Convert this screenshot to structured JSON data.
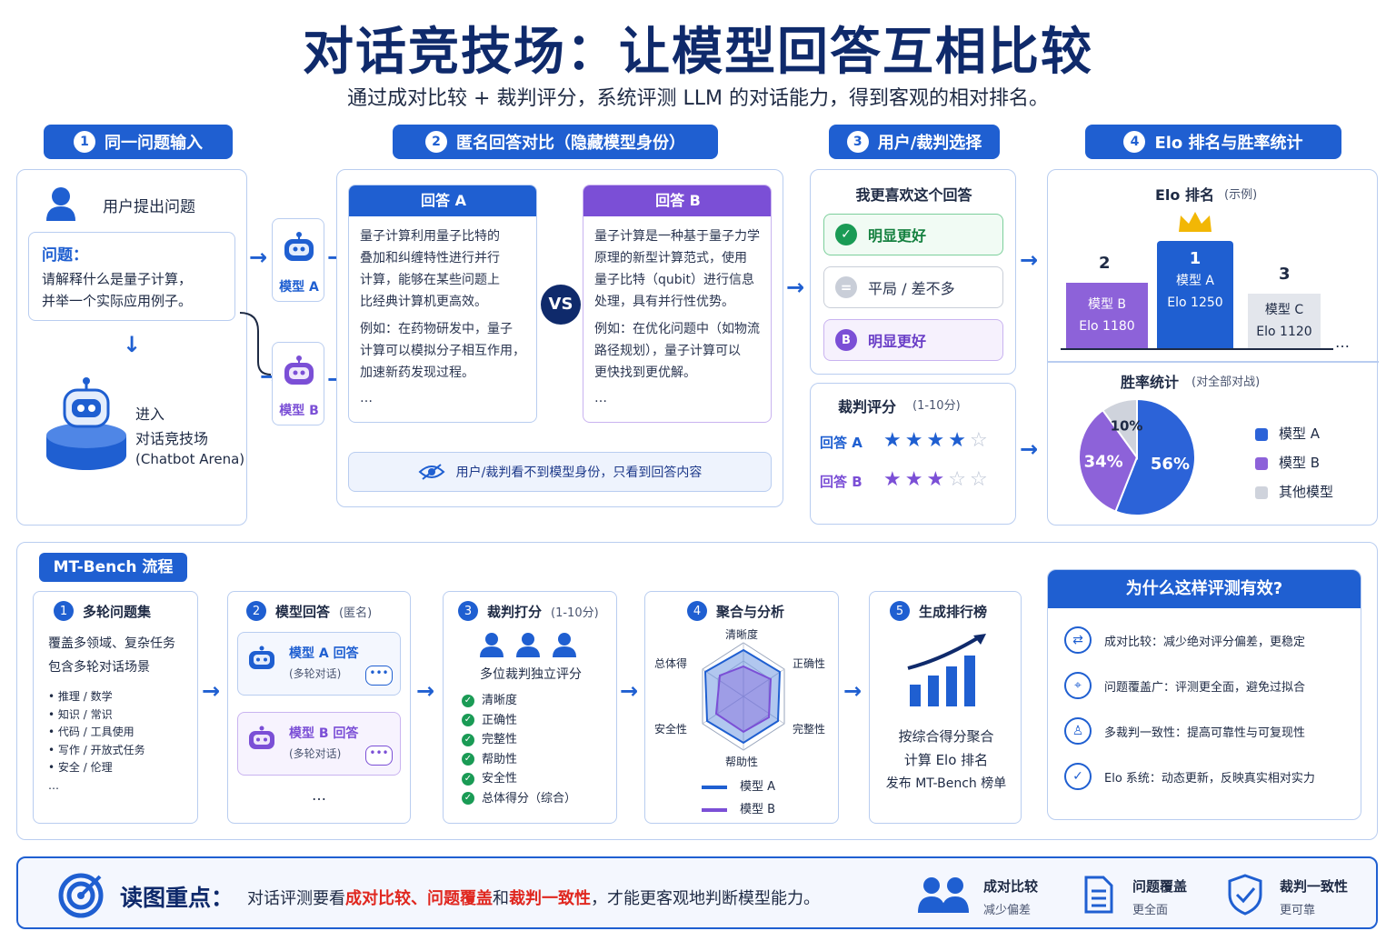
{
  "header": {
    "title": "对话竞技场：让模型回答互相比较",
    "subtitle": "通过成对比较 + 裁判评分，系统评测 LLM 的对话能力，得到客观的相对排名。"
  },
  "steps": [
    {
      "num": "1",
      "label": "同一问题输入"
    },
    {
      "num": "2",
      "label": "匿名回答对比（隐藏模型身份）"
    },
    {
      "num": "3",
      "label": "用户/裁判选择"
    },
    {
      "num": "4",
      "label": "Elo 排名与胜率统计"
    }
  ],
  "panel1": {
    "user_label": "用户提出问题",
    "question_title": "问题：",
    "question_text1": "请解释什么是量子计算，",
    "question_text2": "并举一个实际应用例子。",
    "arena_line1": "进入",
    "arena_line2": "对话竞技场",
    "arena_line3": "(Chatbot Arena)",
    "model_a": "模型 A",
    "model_b": "模型 B"
  },
  "panel2": {
    "answer_a_title": "回答 A",
    "answer_a_lines": [
      "量子计算利用量子比特的",
      "叠加和纠缠特性进行并行",
      "计算，能够在某些问题上",
      "比经典计算机更高效。"
    ],
    "answer_a_example": [
      "例如：在药物研发中，量子",
      "计算可以模拟分子相互作用，",
      "加速新药发现过程。"
    ],
    "answer_b_title": "回答 B",
    "answer_b_lines": [
      "量子计算是一种基于量子力学",
      "原理的新型计算范式，使用",
      "量子比特（qubit）进行信息",
      "处理，具有并行性优势。"
    ],
    "answer_b_example": [
      "例如：在优化问题中（如物流",
      "路径规划），量子计算可以",
      "更快找到更优解。"
    ],
    "ellipsis": "…",
    "vs": "VS",
    "note": "用户/裁判看不到模型身份，只看到回答内容"
  },
  "panel3": {
    "prefer_title": "我更喜欢这个回答",
    "options": [
      {
        "icon": "✓",
        "label": "明显更好"
      },
      {
        "icon": "=",
        "label": "平局 / 差不多"
      },
      {
        "icon": "B",
        "label": "明显更好"
      }
    ],
    "score_title": "裁判评分",
    "score_range": "(1-10分)",
    "score_a_label": "回答 A",
    "score_a_stars": 4,
    "score_b_label": "回答 B",
    "score_b_stars": 3,
    "colors": {
      "a": "#1f5fd1",
      "b": "#7b4fd6",
      "green": "#1a9b55",
      "gray": "#c9ced8"
    }
  },
  "panel4": {
    "elo_title": "Elo 排名",
    "elo_note": "(示例)",
    "podium": [
      {
        "rank": "2",
        "model": "模型 B",
        "elo": "Elo 1180"
      },
      {
        "rank": "1",
        "model": "模型 A",
        "elo": "Elo 1250"
      },
      {
        "rank": "3",
        "model": "模型 C",
        "elo": "Elo 1120"
      }
    ],
    "podium_more": "…",
    "winrate_title": "胜率统计",
    "winrate_note": "(对全部对战)",
    "legend": [
      "模型 A",
      "模型 B",
      "其他模型"
    ]
  },
  "chart_data": {
    "type": "pie",
    "labels": [
      "模型 A",
      "模型 B",
      "其他模型"
    ],
    "values": [
      56,
      34,
      10
    ],
    "value_labels": [
      "56%",
      "34%",
      "10%"
    ],
    "colors": [
      "#2c63d8",
      "#8d62d9",
      "#cfd3dc"
    ]
  },
  "mtbench": {
    "title": "MT-Bench 流程",
    "s1": {
      "num": "1",
      "title": "多轮问题集",
      "line1": "覆盖多领域、复杂任务",
      "line2": "包含多轮对话场景",
      "bullets": [
        "推理 / 数学",
        "知识 / 常识",
        "代码 / 工具使用",
        "写作 / 开放式任务",
        "安全 / 伦理"
      ],
      "more": "…"
    },
    "s2": {
      "num": "2",
      "title": "模型回答",
      "note": "(匿名)",
      "a_title": "模型 A 回答",
      "a_sub": "(多轮对话)",
      "b_title": "模型 B 回答",
      "b_sub": "(多轮对话)",
      "more": "…"
    },
    "s3": {
      "num": "3",
      "title": "裁判打分",
      "note": "(1-10分)",
      "sub": "多位裁判独立评分",
      "items": [
        "清晰度",
        "正确性",
        "完整性",
        "帮助性",
        "安全性",
        "总体得分（综合）"
      ]
    },
    "s4": {
      "num": "4",
      "title": "聚合与分析",
      "axes": [
        "清晰度",
        "正确性",
        "完整性",
        "帮助性",
        "安全性",
        "总体得"
      ],
      "legend_a": "模型 A",
      "legend_b": "模型 B"
    },
    "s5": {
      "num": "5",
      "title": "生成排行榜",
      "line1": "按综合得分聚合",
      "line2": "计算 Elo 排名",
      "line3": "发布 MT-Bench 榜单"
    }
  },
  "why": {
    "title": "为什么这样评测有效?",
    "items": [
      {
        "icon": "⇄",
        "text": "成对比较：减少绝对评分偏差，更稳定"
      },
      {
        "icon": "⌖",
        "text": "问题覆盖广：评测更全面，避免过拟合"
      },
      {
        "icon": "♙",
        "text": "多裁判一致性：提高可靠性与可复现性"
      },
      {
        "icon": "✓",
        "text": "Elo 系统：动态更新，反映真实相对实力"
      }
    ]
  },
  "footer": {
    "label": "读图重点：",
    "t1": "对话评测要看",
    "r1": "成对比较、问题覆盖",
    "t2": "和",
    "r2": "裁判一致性",
    "t3": "，才能更客观地判断模型能力。",
    "badges": [
      {
        "title": "成对比较",
        "sub": "减少偏差"
      },
      {
        "title": "问题覆盖",
        "sub": "更全面"
      },
      {
        "title": "裁判一致性",
        "sub": "更可靠"
      }
    ]
  }
}
